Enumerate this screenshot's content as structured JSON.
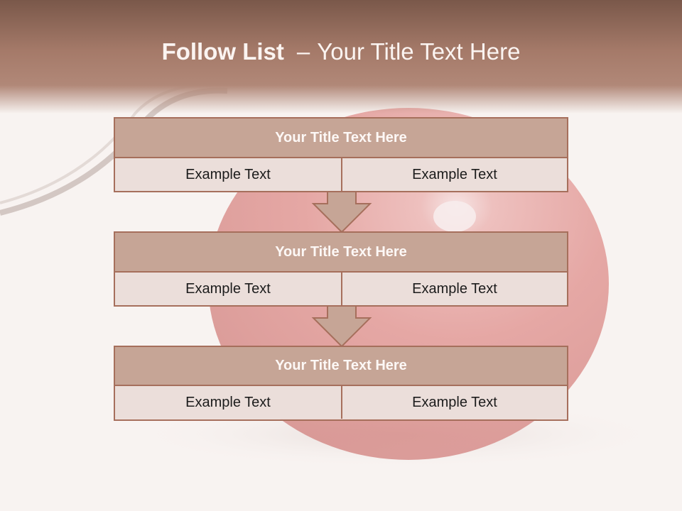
{
  "slide": {
    "title_bold": "Follow List",
    "title_separator": "–",
    "title_rest": "Your Title Text Here"
  },
  "blocks": [
    {
      "title": "Your Title Text Here",
      "left": "Example Text",
      "right": "Example Text"
    },
    {
      "title": "Your Title Text Here",
      "left": "Example Text",
      "right": "Example Text"
    },
    {
      "title": "Your Title Text Here",
      "left": "Example Text",
      "right": "Example Text"
    }
  ],
  "colors": {
    "header": "#a57a69",
    "block_header": "#c6a596",
    "border": "#a66f5c",
    "cell": "#ebdeda"
  }
}
